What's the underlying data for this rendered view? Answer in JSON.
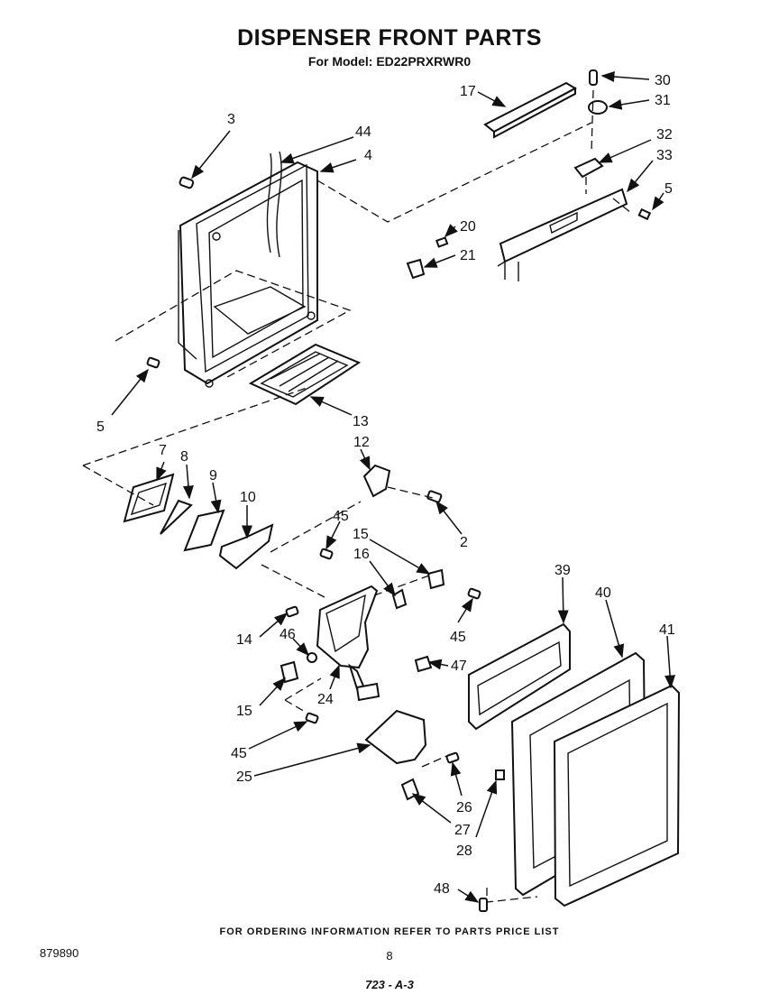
{
  "title": "DISPENSER FRONT PARTS",
  "subtitle": "For Model: ED22PRXRWR0",
  "footer": "FOR ORDERING INFORMATION REFER TO PARTS PRICE LIST",
  "doc_number": "879890",
  "page_number": "8",
  "code": "723 - A-3",
  "callouts": [
    "3",
    "44",
    "4",
    "17",
    "30",
    "31",
    "32",
    "33",
    "5",
    "20",
    "21",
    "5",
    "13",
    "7",
    "8",
    "9",
    "10",
    "12",
    "45",
    "15",
    "16",
    "2",
    "39",
    "40",
    "41",
    "14",
    "46",
    "45",
    "47",
    "15",
    "24",
    "45",
    "25",
    "26",
    "27",
    "28",
    "48"
  ]
}
